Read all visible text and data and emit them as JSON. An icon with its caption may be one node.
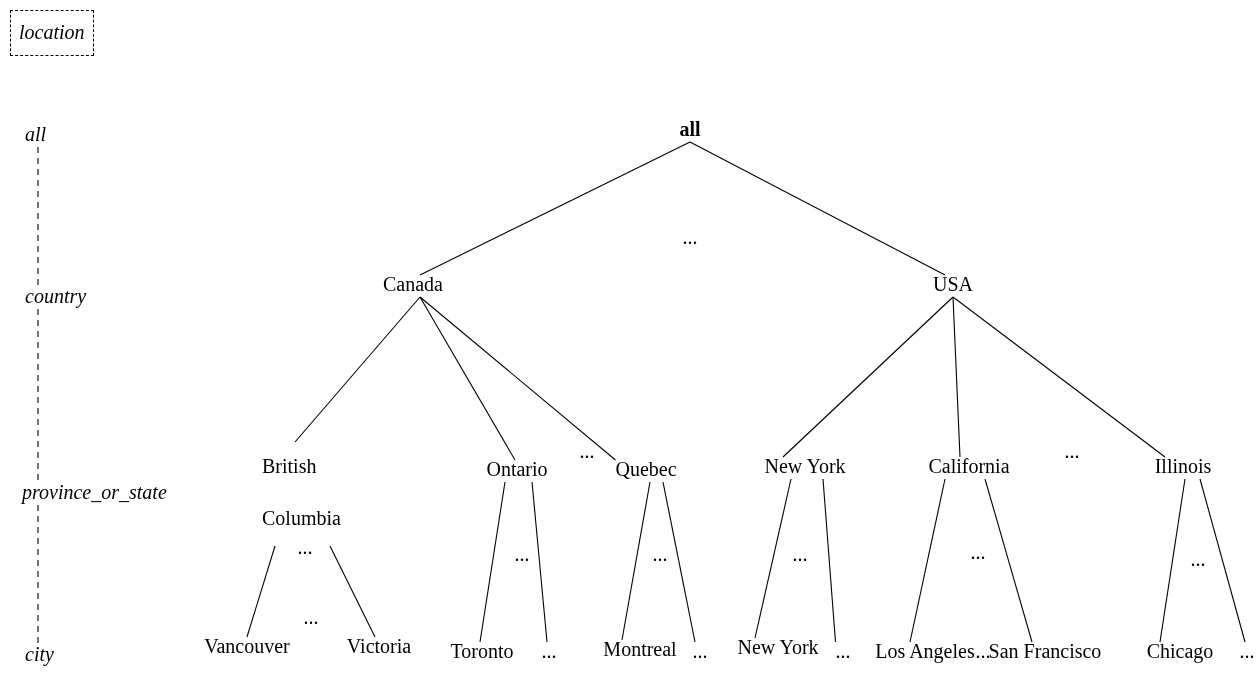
{
  "diagram": {
    "nodes": [
      {
        "text": [
          "location"
        ]
      },
      {
        "text": [
          "all"
        ]
      },
      {
        "text": [
          "country"
        ]
      },
      {
        "text": [
          "province_or_state"
        ]
      },
      {
        "text": [
          "city"
        ]
      },
      {
        "text": [
          "all"
        ]
      },
      {
        "text": [
          "Canada"
        ]
      },
      {
        "text": [
          "USA"
        ]
      },
      {
        "text": [
          "British Columbia"
        ]
      },
      {
        "text": [
          "Ontario"
        ]
      },
      {
        "text": [
          "Quebec"
        ]
      },
      {
        "text": [
          "New York"
        ]
      },
      {
        "text": [
          "California"
        ]
      },
      {
        "text": [
          "Illinois"
        ]
      },
      {
        "text": [
          "Vancouver"
        ]
      },
      {
        "text": [
          "Victoria"
        ]
      },
      {
        "text": [
          "Toronto"
        ]
      },
      {
        "text": [
          "..."
        ]
      },
      {
        "text": [
          "Montreal"
        ]
      },
      {
        "text": [
          "..."
        ]
      },
      {
        "text": [
          "New York"
        ]
      },
      {
        "text": [
          "..."
        ]
      },
      {
        "text": [
          "Los Angeles"
        ]
      },
      {
        "text": [
          "San Francisco"
        ]
      },
      {
        "text": [
          "Chicago"
        ]
      },
      {
        "text": [
          "..."
        ]
      }
    ],
    "edges": [
      {
        "from": 1,
        "to": 2,
        "arrow": "none",
        "style": "dashed"
      },
      {
        "from": 2,
        "to": 3,
        "arrow": "none",
        "style": "dashed"
      },
      {
        "from": 3,
        "to": 4,
        "arrow": "none",
        "style": "dashed"
      },
      {
        "from": 5,
        "to": 6,
        "arrow": "none"
      },
      {
        "from": 5,
        "to": 7,
        "arrow": "none"
      },
      {
        "from": 6,
        "to": 8,
        "arrow": "none"
      },
      {
        "from": 6,
        "to": 9,
        "arrow": "none"
      },
      {
        "from": 6,
        "to": 10,
        "arrow": "none"
      },
      {
        "from": 7,
        "to": 11,
        "arrow": "none"
      },
      {
        "from": 7,
        "to": 12,
        "arrow": "none"
      },
      {
        "from": 7,
        "to": 13,
        "arrow": "none"
      },
      {
        "from": 8,
        "to": 14,
        "arrow": "none"
      },
      {
        "from": 8,
        "to": 15,
        "arrow": "none"
      },
      {
        "from": 9,
        "to": 16,
        "arrow": "none"
      },
      {
        "from": 9,
        "to": 17,
        "arrow": "none"
      },
      {
        "from": 10,
        "to": 18,
        "arrow": "none"
      },
      {
        "from": 10,
        "to": 19,
        "arrow": "none"
      },
      {
        "from": 11,
        "to": 20,
        "arrow": "none"
      },
      {
        "from": 11,
        "to": 21,
        "arrow": "none"
      },
      {
        "from": 12,
        "to": 22,
        "arrow": "none"
      },
      {
        "from": 12,
        "to": 23,
        "arrow": "none"
      },
      {
        "from": 13,
        "to": 24,
        "arrow": "none"
      },
      {
        "from": 13,
        "to": 25,
        "arrow": "none"
      }
    ],
    "labels": [
      "...",
      "...",
      "...",
      "...",
      "...",
      "...",
      "...",
      "...",
      "...",
      "...",
      "..."
    ]
  }
}
